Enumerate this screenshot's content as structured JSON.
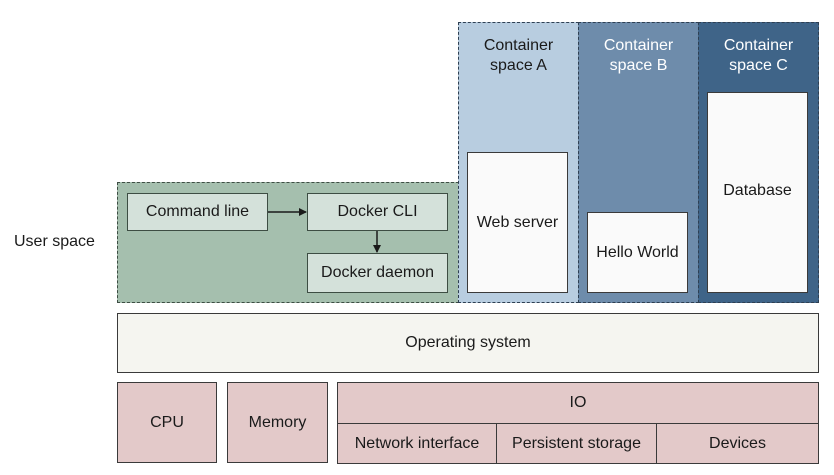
{
  "user_space_label": "User space",
  "user_zone": {
    "command_line": "Command line",
    "docker_cli": "Docker CLI",
    "docker_daemon": "Docker daemon"
  },
  "containers": [
    {
      "title": "Container\nspace A",
      "content": "Web server",
      "bg": "#b8cde0",
      "text_color": "#1a1a1a"
    },
    {
      "title": "Container\nspace B",
      "content": "Hello World",
      "bg": "#6e8cab",
      "text_color": "#ffffff"
    },
    {
      "title": "Container\nspace C",
      "content": "Database",
      "bg": "#3f6488",
      "text_color": "#ffffff"
    }
  ],
  "operating_system": "Operating system",
  "hardware": {
    "cpu": "CPU",
    "memory": "Memory",
    "io": "IO",
    "io_items": [
      "Network interface",
      "Persistent storage",
      "Devices"
    ]
  },
  "colors": {
    "user_zone_bg": "#a5bfae",
    "user_box_bg": "#d4e1da",
    "hardware_bg": "#e3c9c9",
    "os_bg": "#f5f5f0"
  }
}
